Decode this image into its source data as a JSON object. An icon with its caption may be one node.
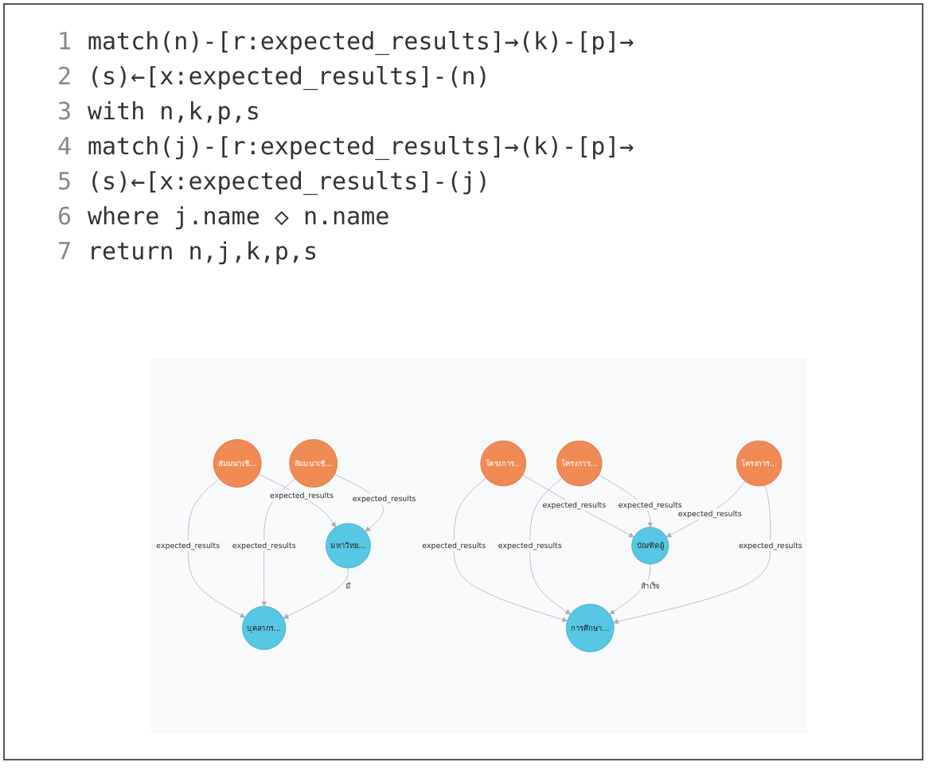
{
  "diagram": {
    "nodes": [
      {
        "text": [
          "บุคลากร..."
        ]
      },
      {
        "text": [
          "สัมมนาเชิ..."
        ]
      },
      {
        "text": [
          "สัมมนาเชิ..."
        ]
      },
      {
        "text": [
          "มหาวิทย..."
        ]
      },
      {
        "text": [
          "โครงการ..."
        ]
      },
      {
        "text": [
          "โครงการ..."
        ]
      },
      {
        "text": [
          "บัณฑิตผู้"
        ]
      },
      {
        "text": [
          "การศึกษา..."
        ]
      },
      {
        "text": [
          "โครงการ..."
        ]
      }
    ],
    "edges": [
      {
        "from": 1,
        "to": 0,
        "arrow": "to",
        "label": "expected_results"
      },
      {
        "from": 1,
        "to": 3,
        "arrow": "to",
        "label": "expected_results"
      },
      {
        "from": 2,
        "to": 0,
        "arrow": "to",
        "label": "expected_results"
      },
      {
        "from": 2,
        "to": 3,
        "arrow": "to",
        "label": "expected_results"
      },
      {
        "from": 3,
        "to": 0,
        "arrow": "to",
        "label": "มี"
      },
      {
        "from": 4,
        "to": 7,
        "arrow": "to",
        "label": "expected_results"
      },
      {
        "from": 4,
        "to": 6,
        "arrow": "to",
        "label": "expected_results"
      },
      {
        "from": 5,
        "to": 7,
        "arrow": "to",
        "label": "expected_results"
      },
      {
        "from": 5,
        "to": 6,
        "arrow": "to",
        "label": "expected_results"
      },
      {
        "from": 6,
        "to": 7,
        "arrow": "to",
        "label": "สำเร็จ"
      },
      {
        "from": 8,
        "to": 7,
        "arrow": "to",
        "label": "expected_results"
      },
      {
        "from": 8,
        "to": 6,
        "arrow": "to",
        "label": "expected_results"
      }
    ],
    "labels": [
      "1",
      "match(n)-[r:expected_results]→(k)-[p]→",
      "2",
      "(s)←[x:expected_results]-(n)",
      "3",
      "with n,k,p,s",
      "4",
      "match(j)-[r:expected_results]→(k)-[p]→",
      "5",
      "(s)←[x:expected_results]-(j)",
      "6",
      "where j.name ◇ n.name",
      "7",
      "return n,j,k,p,s"
    ]
  }
}
